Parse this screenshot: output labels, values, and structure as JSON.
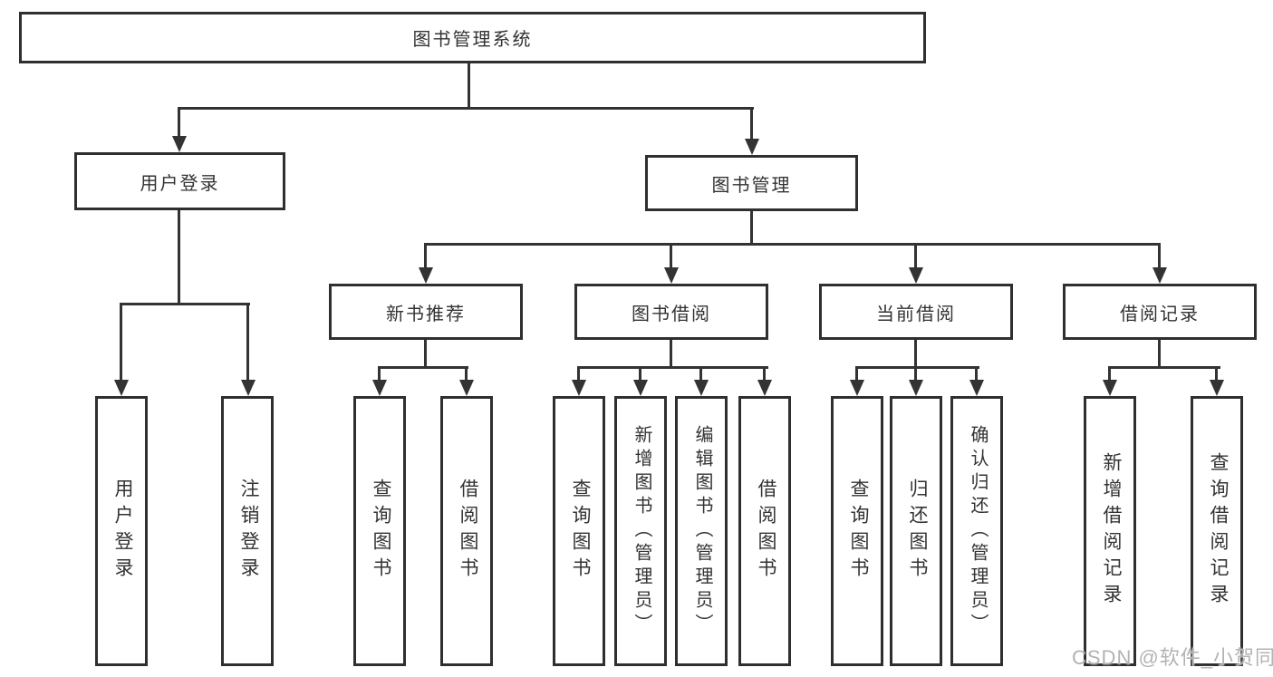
{
  "diagram": {
    "root": {
      "label": "图书管理系统"
    },
    "branches": [
      {
        "label": "用户登录",
        "children": [
          {
            "label": "用户登录"
          },
          {
            "label": "注销登录"
          }
        ]
      },
      {
        "label": "图书管理",
        "groups": [
          {
            "label": "新书推荐",
            "children": [
              {
                "label": "查询图书"
              },
              {
                "label": "借阅图书"
              }
            ]
          },
          {
            "label": "图书借阅",
            "children": [
              {
                "label": "查询图书"
              },
              {
                "label": "新增图书（管理员）"
              },
              {
                "label": "编辑图书（管理员）"
              },
              {
                "label": "借阅图书"
              }
            ]
          },
          {
            "label": "当前借阅",
            "children": [
              {
                "label": "查询图书"
              },
              {
                "label": "归还图书"
              },
              {
                "label": "确认归还（管理员）"
              }
            ]
          },
          {
            "label": "借阅记录",
            "children": [
              {
                "label": "新增借阅记录"
              },
              {
                "label": "查询借阅记录"
              }
            ]
          }
        ]
      }
    ]
  },
  "watermark": {
    "text": "CSDN @软件_小贺同学"
  },
  "colors": {
    "line": "#333333",
    "box_border": "#2f2f2f",
    "text": "#333333",
    "watermark": "#b3b3b3",
    "background": "#ffffff"
  }
}
